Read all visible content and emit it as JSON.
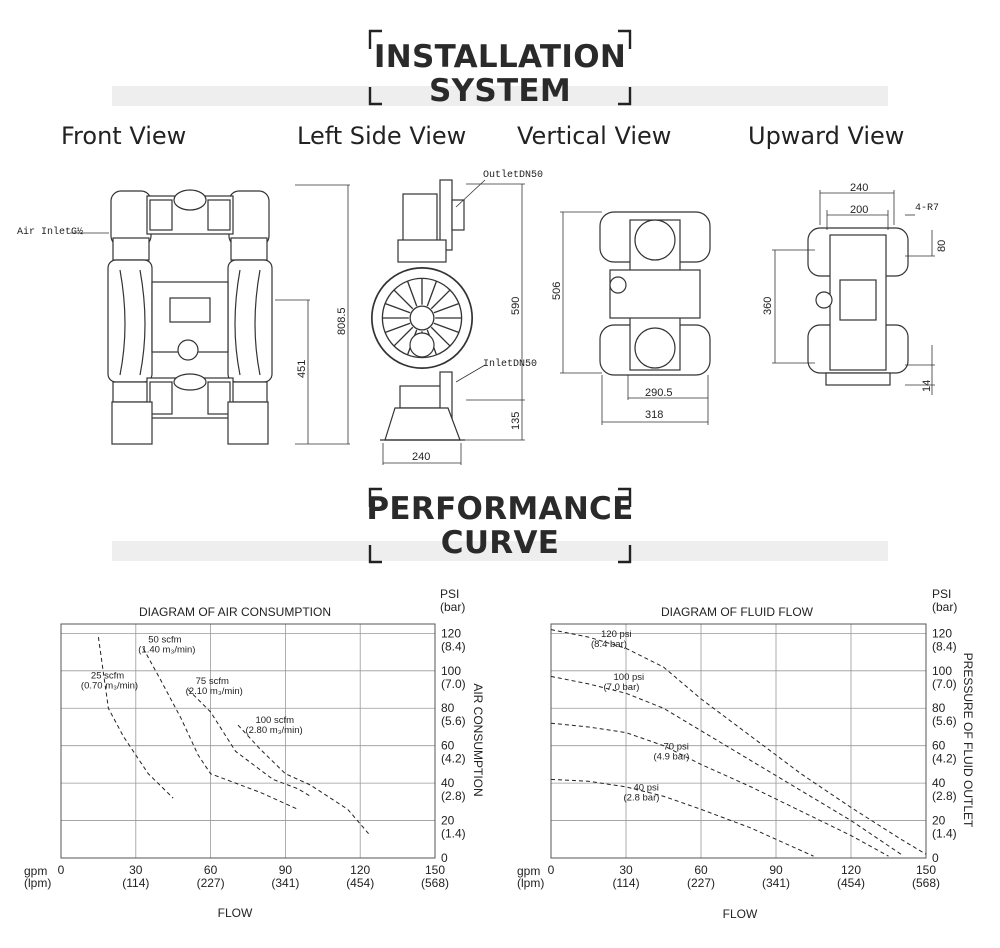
{
  "sections": {
    "installation": {
      "line1": "INSTALLATION",
      "line2": "SYSTEM"
    },
    "performance": {
      "line1": "PERFORMANCE",
      "line2": "CURVE"
    }
  },
  "views": {
    "front": "Front View",
    "left_side": "Left Side View",
    "vertical": "Vertical View",
    "upward": "Upward View"
  },
  "dimensions": {
    "air_inlet": "Air InletG½",
    "front_height": "808.5",
    "front_lower": "451",
    "outlet": "OutletDN50",
    "inlet": "InletDN50",
    "side_590": "590",
    "side_135": "135",
    "side_240": "240",
    "vert_506": "506",
    "vert_290_5": "290.5",
    "vert_318": "318",
    "up_240": "240",
    "up_200": "200",
    "up_4r7": "4-R7",
    "up_80": "80",
    "up_360": "360",
    "up_14": "14"
  },
  "chart_data": [
    {
      "type": "line",
      "title": "DIAGRAM OF AIR CONSUMPTION",
      "xlabel": "FLOW",
      "right_axis_title": "AIR CONSUMPTION",
      "y_unit": "PSI",
      "y_unit_alt": "(bar)",
      "x_unit": "gpm",
      "x_unit_alt": "(lpm)",
      "x_ticks": [
        "0",
        "30",
        "60",
        "90",
        "120",
        "150"
      ],
      "x_ticks_alt": [
        "",
        "(114)",
        "(227)",
        "(341)",
        "(454)",
        "(568)"
      ],
      "y_ticks": [
        "0",
        "20",
        "40",
        "60",
        "80",
        "100",
        "120"
      ],
      "y_ticks_alt": [
        "",
        "(1.4)",
        "(2.8)",
        "(4.2)",
        "(5.6)",
        "(7.0)",
        "(8.4)"
      ],
      "xlim": [
        0,
        150
      ],
      "ylim": [
        0,
        125
      ],
      "series": [
        {
          "name": "25 scfm",
          "name_alt": "(0.70 m₃/min)",
          "label_x": 12,
          "label_y": 96,
          "x": [
            15,
            19,
            25,
            35,
            45
          ],
          "y": [
            118,
            80,
            65,
            45,
            32
          ]
        },
        {
          "name": "50 scfm",
          "name_alt": "(1.40 m₃/min)",
          "label_x": 35,
          "label_y": 115,
          "x": [
            33,
            40,
            48,
            55,
            60,
            70,
            80,
            95
          ],
          "y": [
            112,
            95,
            75,
            55,
            45,
            40,
            35,
            26
          ]
        },
        {
          "name": "75 scfm",
          "name_alt": "(2.10 m₃/min)",
          "label_x": 54,
          "label_y": 93,
          "x": [
            51,
            60,
            70,
            85,
            95,
            100
          ],
          "y": [
            90,
            78,
            57,
            42,
            37,
            33
          ]
        },
        {
          "name": "100 scfm",
          "name_alt": "(2.80 m₃/min)",
          "label_x": 78,
          "label_y": 72,
          "x": [
            71,
            80,
            90,
            100,
            115,
            124
          ],
          "y": [
            71,
            58,
            45,
            39,
            26,
            12
          ]
        }
      ]
    },
    {
      "type": "line",
      "title": "DIAGRAM OF FLUID FLOW",
      "xlabel": "FLOW",
      "right_axis_title": "PRESSURE OF FLUID OUTLET",
      "y_unit": "PSI",
      "y_unit_alt": "(bar)",
      "x_unit": "gpm",
      "x_unit_alt": "(lpm)",
      "x_ticks": [
        "0",
        "30",
        "60",
        "90",
        "120",
        "150"
      ],
      "x_ticks_alt": [
        "",
        "(114)",
        "(227)",
        "(341)",
        "(454)",
        "(568)"
      ],
      "y_ticks": [
        "0",
        "20",
        "40",
        "60",
        "80",
        "100",
        "120"
      ],
      "y_ticks_alt": [
        "",
        "(1.4)",
        "(2.8)",
        "(4.2)",
        "(5.6)",
        "(7.0)",
        "(8.4)"
      ],
      "xlim": [
        0,
        150
      ],
      "ylim": [
        0,
        125
      ],
      "series": [
        {
          "name": "120 psi",
          "name_alt": "(8.4 bar)",
          "label_x": 20,
          "label_y": 118,
          "x": [
            0,
            15,
            30,
            45,
            60,
            80,
            100,
            120,
            140,
            150
          ],
          "y": [
            122,
            118,
            112,
            102,
            85,
            65,
            45,
            27,
            10,
            2
          ]
        },
        {
          "name": "100 psi",
          "name_alt": "(7.0 bar)",
          "label_x": 25,
          "label_y": 95,
          "x": [
            0,
            15,
            30,
            45,
            60,
            80,
            100,
            120,
            140
          ],
          "y": [
            97,
            93,
            88,
            80,
            68,
            52,
            36,
            20,
            2
          ]
        },
        {
          "name": "70 psi",
          "name_alt": "(4.9 bar)",
          "label_x": 45,
          "label_y": 58,
          "x": [
            0,
            15,
            30,
            45,
            60,
            80,
            100,
            120,
            135
          ],
          "y": [
            72,
            70,
            67,
            60,
            50,
            38,
            25,
            12,
            1
          ]
        },
        {
          "name": "40 psi",
          "name_alt": "(2.8 bar)",
          "label_x": 33,
          "label_y": 36,
          "x": [
            0,
            15,
            30,
            45,
            60,
            80,
            105
          ],
          "y": [
            42,
            41,
            38,
            33,
            26,
            16,
            1
          ]
        }
      ]
    }
  ]
}
